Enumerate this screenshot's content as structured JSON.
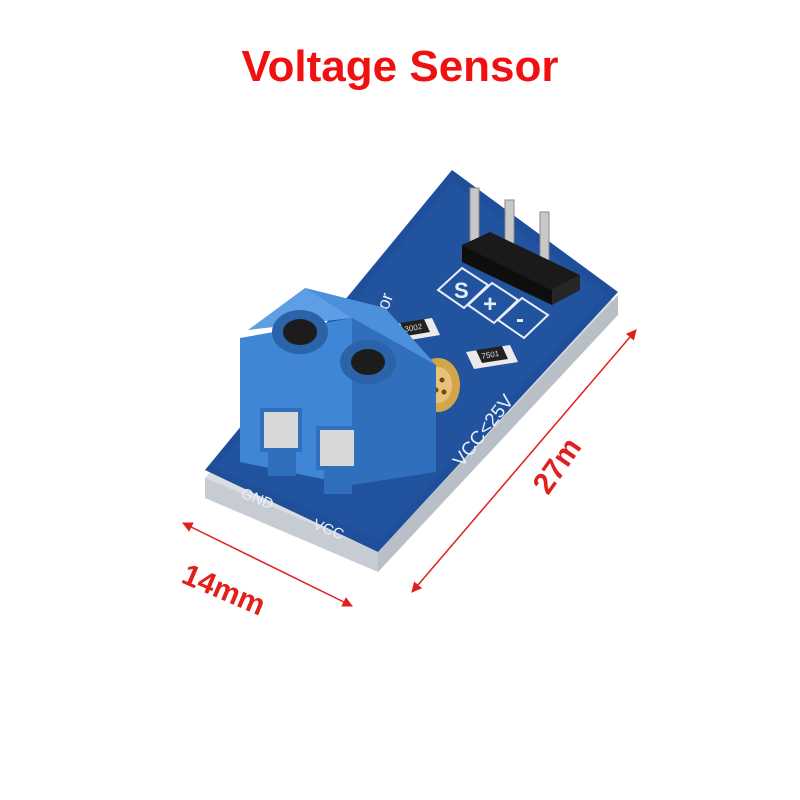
{
  "title": "Voltage Sensor",
  "dimensions": {
    "length": "27m",
    "width": "14mm",
    "color": "#e0201c"
  },
  "board": {
    "pin_labels": [
      "S",
      "+",
      "-"
    ],
    "silkscreen_voltage": "VCC<25V",
    "silkscreen_name": "ensor",
    "terminal_labels": [
      "GND",
      "VCC"
    ],
    "resistor_codes": [
      "3002",
      "7501"
    ],
    "pcb_color": "#1f4f9a",
    "terminal_color": "#3f86d6"
  }
}
